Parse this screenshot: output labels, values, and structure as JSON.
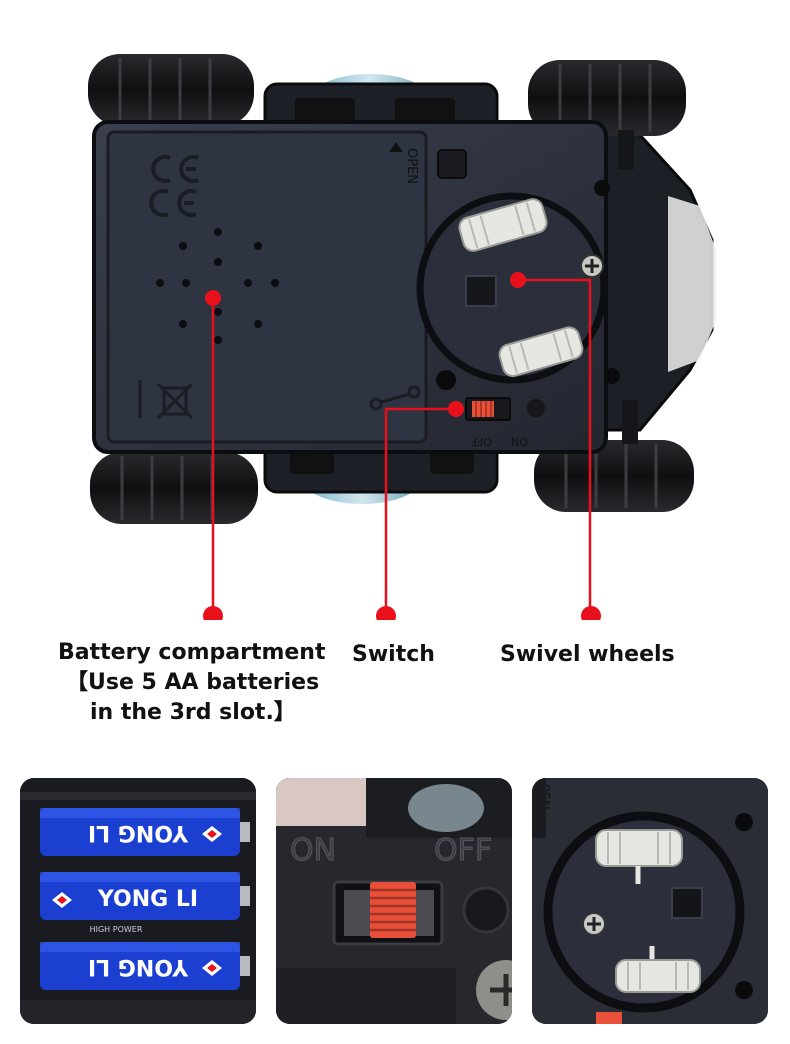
{
  "car": {
    "open_label": "OPEN",
    "on_label": "ON",
    "off_label": "OFF",
    "ce_mark": "CE"
  },
  "callouts": {
    "battery_title": "Battery compartment",
    "battery_note_1": "【Use 5 AA batteries",
    "battery_note_2": "in the 3rd slot.】",
    "switch": "Switch",
    "swivel": "Swivel wheels"
  },
  "battery_photo": {
    "brand": "YONG LI",
    "subtext": "HIGH POWER"
  },
  "switch_photo": {
    "on_label": "ON",
    "off_label": "OFF"
  },
  "colors": {
    "callout_red": "#e8111b",
    "battery_blue": "#1b3fd1",
    "switch_orange": "#e8503a",
    "body_dark": "#2a2e3b"
  }
}
